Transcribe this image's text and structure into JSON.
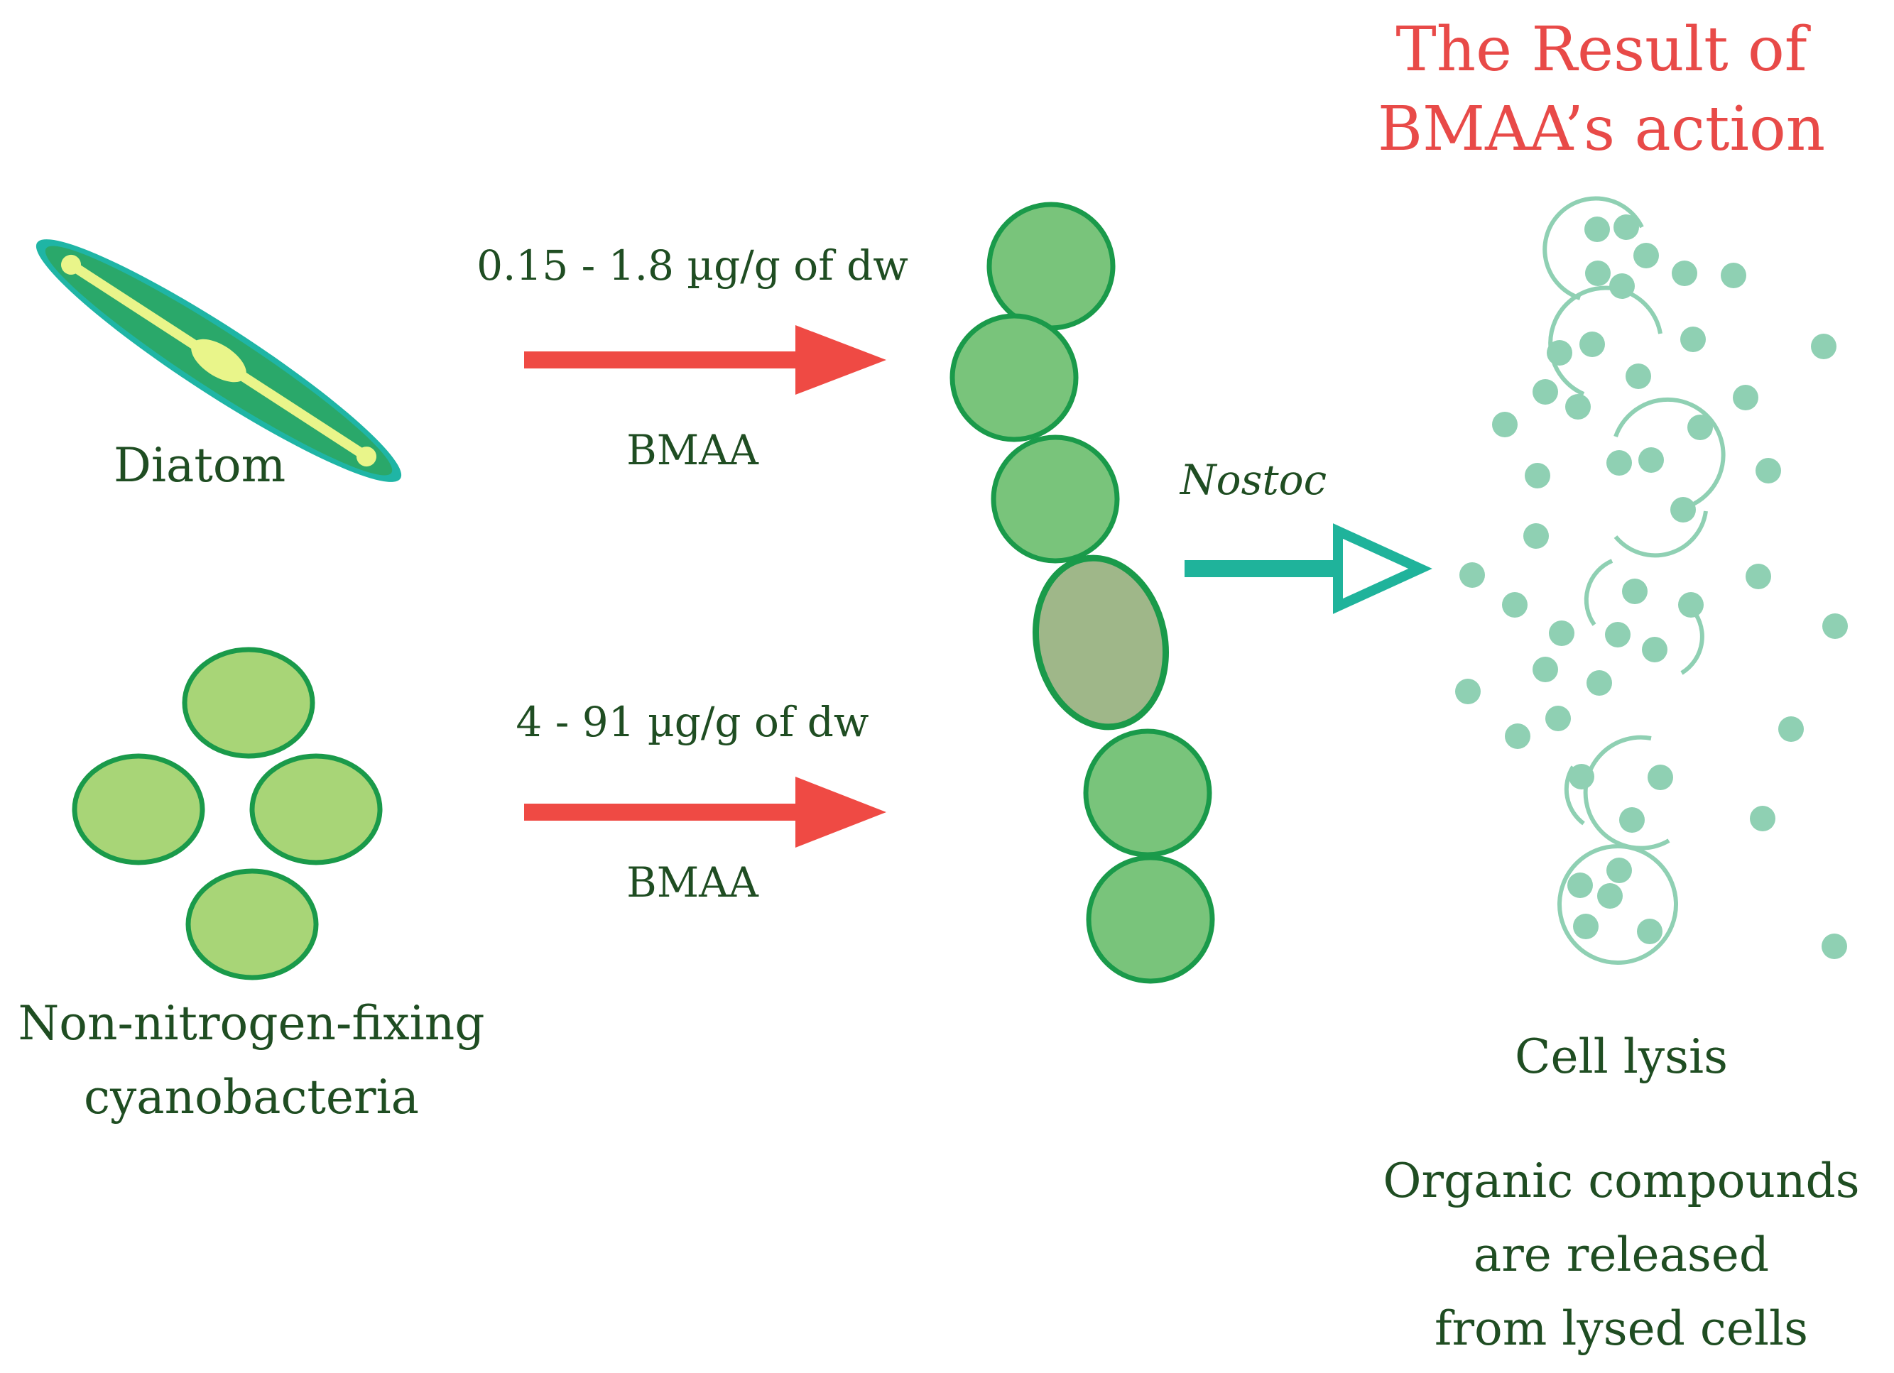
{
  "title": {
    "line1": "The Result of",
    "line2": "BMAA’s action"
  },
  "left": {
    "diatom_label": "Diatom",
    "cyano_label_line1": "Non-nitrogen-fixing",
    "cyano_label_line2": "cyanobacteria"
  },
  "arrows": {
    "top": {
      "dose": "0.15 - 1.8 µg/g of dw",
      "agent": "BMAA"
    },
    "bottom": {
      "dose": "4 - 91 µg/g of dw",
      "agent": "BMAA"
    },
    "middle": {
      "organism": "Nostoc"
    }
  },
  "right": {
    "lysis_label": "Cell lysis",
    "release_line1": "Organic compounds",
    "release_line2": "are released",
    "release_line3": "from lysed cells"
  },
  "colors": {
    "red_arrow": "#ef4a44",
    "teal_arrow": "#1fb39b",
    "cell_fill": "#79c47b",
    "cell_stroke": "#1a9a4a",
    "damaged_cell_fill": "#9fb789",
    "cyano_fill": "#a8d577",
    "lysis_dot": "#8fd0b3",
    "title": "#e84a48",
    "text": "#1f4d22"
  }
}
